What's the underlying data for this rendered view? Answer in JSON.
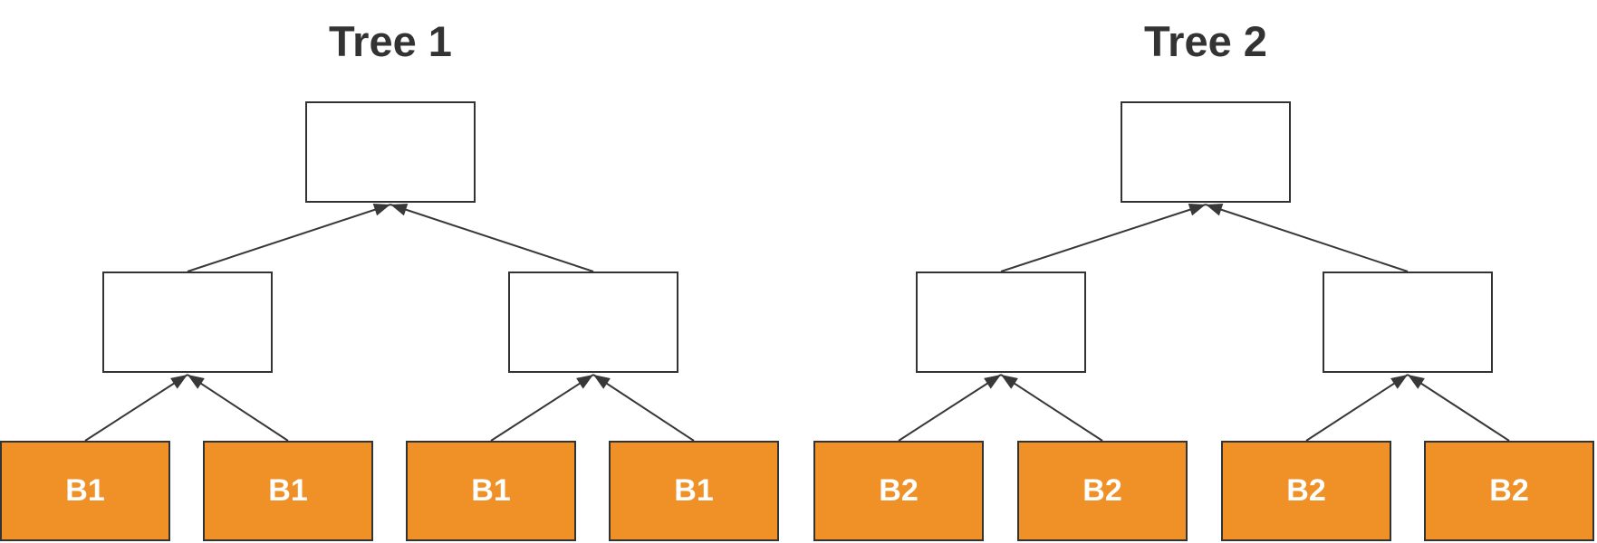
{
  "diagram_type": "forest-of-trees",
  "trees": [
    {
      "title": "Tree 1",
      "root_label": "",
      "internal_labels": [
        "",
        ""
      ],
      "leaves": [
        "B1",
        "B1",
        "B1",
        "B1"
      ]
    },
    {
      "title": "Tree 2",
      "root_label": "",
      "internal_labels": [
        "",
        ""
      ],
      "leaves": [
        "B2",
        "B2",
        "B2",
        "B2"
      ]
    }
  ],
  "colors": {
    "background": "#FFFFFF",
    "leaf_fill": "#EF9127",
    "node_fill": "#FFFFFF",
    "node_border": "#333333",
    "edge_color": "#383838",
    "title_color": "#333333",
    "leaf_text_color": "#FFFFFF"
  }
}
